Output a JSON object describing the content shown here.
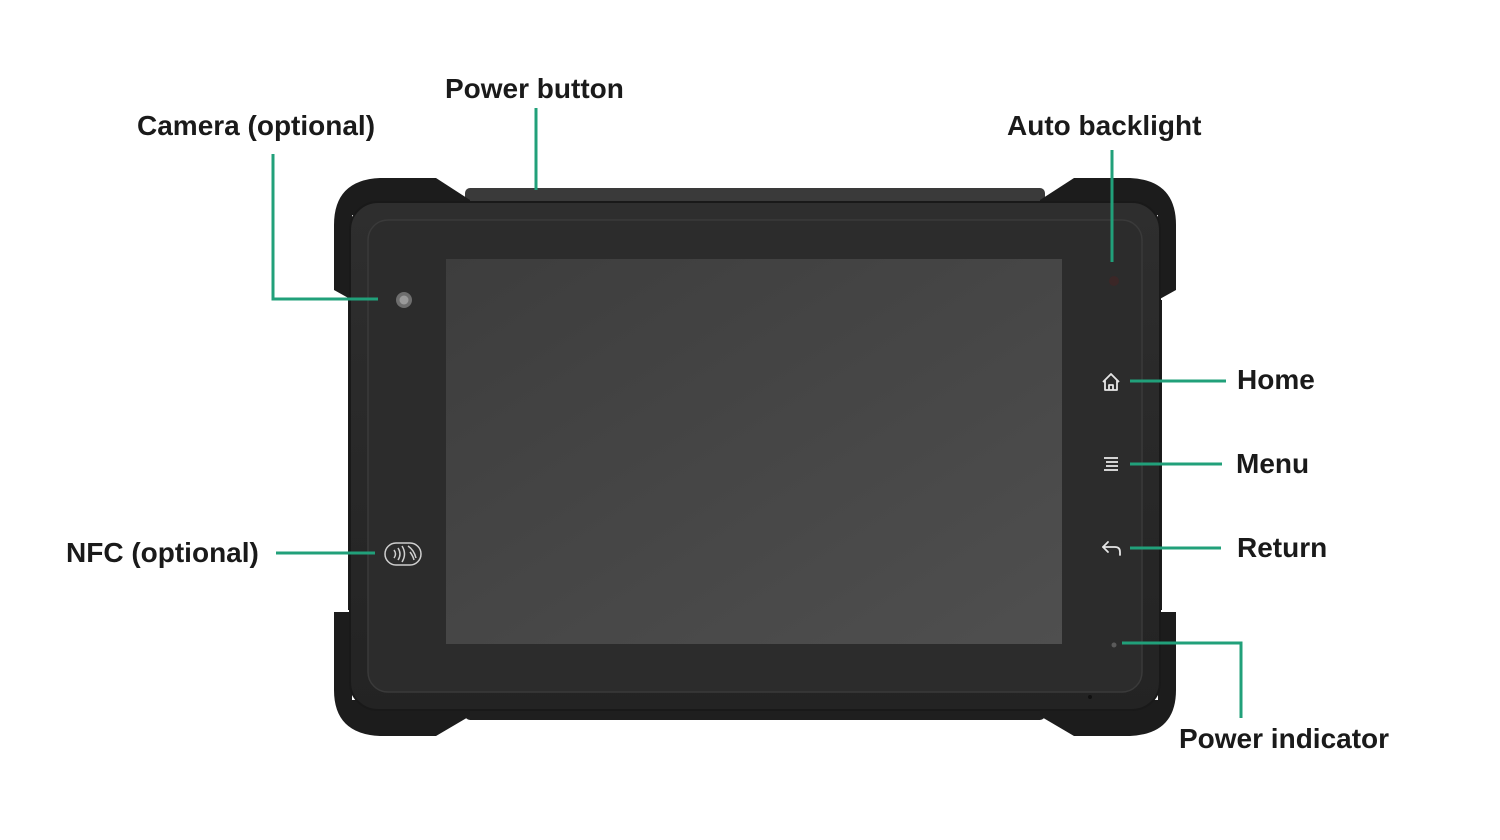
{
  "labels": {
    "power_button": "Power button",
    "camera": "Camera (optional)",
    "auto_backlight": "Auto backlight",
    "home": "Home",
    "menu": "Menu",
    "return": "Return",
    "nfc": "NFC (optional)",
    "power_indicator": "Power indicator"
  },
  "colors": {
    "leader_line": "#21a07a",
    "device_body": "#2b2b2b",
    "screen": "#474747",
    "label_text": "#1a1a1a"
  },
  "icons": {
    "home": "home-icon",
    "menu": "menu-icon",
    "return": "return-arrow-icon",
    "nfc": "contactless-nfc-icon",
    "camera": "camera-lens-icon"
  }
}
